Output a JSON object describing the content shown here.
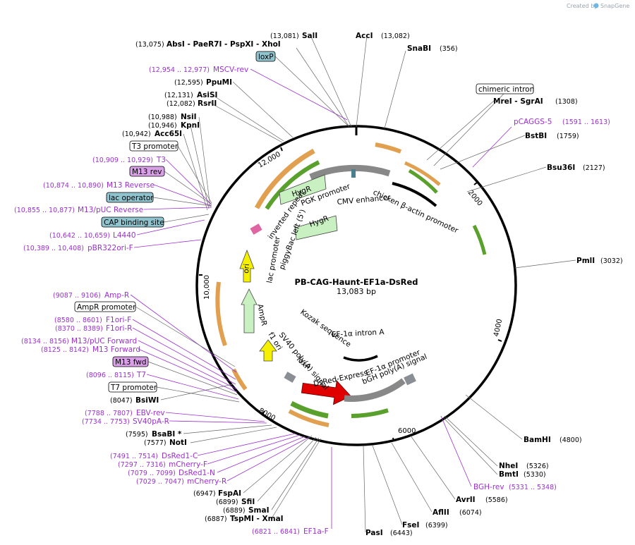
{
  "credit": {
    "created_by": "Created by",
    "brand": "SnapGene"
  },
  "plasmid": {
    "name": "PB-CAG-Haunt-EF1a-DsRed",
    "length": "13,083 bp"
  },
  "ticks": [
    "2000",
    "4000",
    "6000",
    "8000",
    "10,000",
    "12,000"
  ],
  "enzymes": [
    {
      "name": "AbsI  - PaeR7I  - PspXI  - XhoI",
      "pos": "(13,075)"
    },
    {
      "name": "SalI",
      "pos": "(13,081)"
    },
    {
      "name": "AccI",
      "pos": "(13,082)"
    },
    {
      "name": "SnaBI",
      "pos": "(356)"
    },
    {
      "name": "PpuMI",
      "pos": "(12,595)"
    },
    {
      "name": "AsiSI",
      "pos": "(12,131)"
    },
    {
      "name": "RsrII",
      "pos": "(12,082)"
    },
    {
      "name": "NsiI",
      "pos": "(10,988)"
    },
    {
      "name": "KpnI",
      "pos": "(10,946)"
    },
    {
      "name": "Acc65I",
      "pos": "(10,942)"
    },
    {
      "name": "MreI  - SgrAI",
      "pos": "(1308)"
    },
    {
      "name": "BstBI",
      "pos": "(1759)"
    },
    {
      "name": "Bsu36I",
      "pos": "(2127)"
    },
    {
      "name": "PmlI",
      "pos": "(3032)"
    },
    {
      "name": "BamHI",
      "pos": "(4800)"
    },
    {
      "name": "NheI",
      "pos": "(5326)"
    },
    {
      "name": "BmtI",
      "pos": "(5330)"
    },
    {
      "name": "AvrII",
      "pos": "(5586)"
    },
    {
      "name": "AflII",
      "pos": "(6074)"
    },
    {
      "name": "FseI",
      "pos": "(6399)"
    },
    {
      "name": "PasI",
      "pos": "(6443)"
    },
    {
      "name": "BsiWI",
      "pos": "(8047)"
    },
    {
      "name": "BsaBI *",
      "pos": "(7595)"
    },
    {
      "name": "NotI",
      "pos": "(7577)"
    },
    {
      "name": "FspAI",
      "pos": "(6947)"
    },
    {
      "name": "SfiI",
      "pos": "(6899)"
    },
    {
      "name": "SmaI",
      "pos": "(6889)"
    },
    {
      "name": "TspMI  - XmaI",
      "pos": "(6887)"
    }
  ],
  "primers": [
    {
      "name": "MSCV-rev",
      "pos": "(12,954 .. 12,977)"
    },
    {
      "name": "pCAGGS-5",
      "pos": "(1591 .. 1613)"
    },
    {
      "name": "T3",
      "pos": "(10,909 .. 10,929)"
    },
    {
      "name": "M13 Reverse",
      "pos": "(10,874 .. 10,890)"
    },
    {
      "name": "M13/pUC Reverse",
      "pos": "(10,855 .. 10,877)"
    },
    {
      "name": "L4440",
      "pos": "(10,642 .. 10,659)"
    },
    {
      "name": "pBR322ori-F",
      "pos": "(10,389 .. 10,408)"
    },
    {
      "name": "Amp-R",
      "pos": "(9087 .. 9106)"
    },
    {
      "name": "F1ori-F",
      "pos": "(8580 .. 8601)"
    },
    {
      "name": "F1ori-R",
      "pos": "(8370 .. 8389)"
    },
    {
      "name": "M13/pUC Forward",
      "pos": "(8134 .. 8156)"
    },
    {
      "name": "M13 Forward",
      "pos": "(8125 .. 8142)"
    },
    {
      "name": "T7",
      "pos": "(8096 .. 8115)"
    },
    {
      "name": "EBV-rev",
      "pos": "(7788 .. 7807)"
    },
    {
      "name": "SV40pA-R",
      "pos": "(7734 .. 7753)"
    },
    {
      "name": "DsRed1-C",
      "pos": "(7491 .. 7514)"
    },
    {
      "name": "mCherry-F",
      "pos": "(7297 .. 7316)"
    },
    {
      "name": "DsRed1-N",
      "pos": "(7079 .. 7099)"
    },
    {
      "name": "mCherry-R",
      "pos": "(7029 .. 7047)"
    },
    {
      "name": "EF1a-F",
      "pos": "(6821 .. 6841)"
    },
    {
      "name": "BGH-rev",
      "pos": "(5331 .. 5348)"
    }
  ],
  "boxed_features": [
    {
      "name": "loxP",
      "fill": "#8fc4cf"
    },
    {
      "name": "chimeric intron",
      "fill": "#ffffff"
    },
    {
      "name": "T3 promoter",
      "fill": "#ffffff"
    },
    {
      "name": "M13 rev",
      "fill": "#d9a0e8"
    },
    {
      "name": "lac operator",
      "fill": "#8fc4cf"
    },
    {
      "name": "CAP binding site",
      "fill": "#8fc4cf"
    },
    {
      "name": "AmpR promoter",
      "fill": "#ffffff"
    },
    {
      "name": "M13 fwd",
      "fill": "#d9a0e8"
    },
    {
      "name": "T7 promoter",
      "fill": "#ffffff"
    }
  ],
  "inner_labels": [
    "PGK promoter",
    "CMV enhancer",
    "chicken β-actin promoter",
    "HygR",
    "HygR",
    "inverted repeat",
    "piggyBac left (5')",
    "lac promoter",
    "ori",
    "AmpR",
    "f1 ori",
    "SV40 poly(A) signal",
    "loxP",
    "Kozak sequence",
    "EF-1α intron A",
    "EF-1α promoter",
    "bGH poly(A) signal",
    "DsRed-Express"
  ],
  "colors": {
    "backbone": "#000000",
    "enzyme_leader": "#666666",
    "primer": "#9b30d0",
    "orange_arrow": "#e0a050",
    "green_arrow": "#5aa02c",
    "hygr": "#c8f0c0",
    "ori": "#f5f000",
    "dsred": "#e00000",
    "grey_feature": "#8a8f96"
  }
}
